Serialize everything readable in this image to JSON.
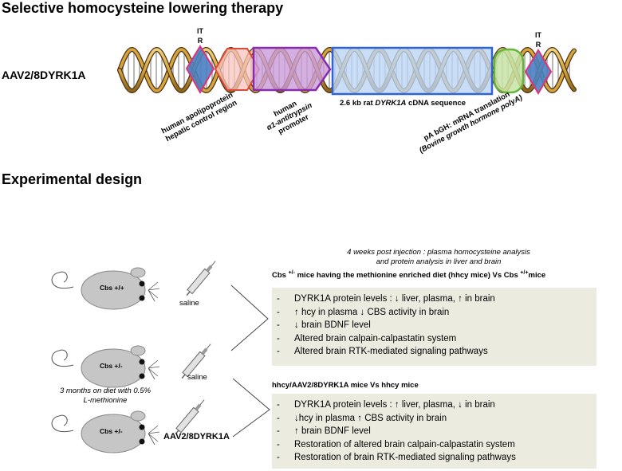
{
  "titles": {
    "top": "Selective homocysteine lowering therapy",
    "experimental": "Experimental design"
  },
  "construct": {
    "vector_name": "AAV2/8DYRK1A",
    "itr_left": [
      "IT",
      "R"
    ],
    "itr_right": [
      "IT",
      "R"
    ],
    "cdna_label_pre": "2.6 kb rat ",
    "cdna_label_gene": "DYRK1A",
    "cdna_label_post": " cDNA sequence",
    "hcr_label": [
      "human apolipoprotein",
      "hepatic control region"
    ],
    "promoter_label": [
      "human",
      "α1-antitrypsin",
      "promoter"
    ],
    "polya_label": [
      "pA bGH: mRNA translation",
      "(Bovine growth hormone polyA)"
    ],
    "colors": {
      "helix_gold": "#d9a43a",
      "helix_dark": "#4a3418",
      "itr_fill": "#4a7fc1",
      "itr_border": "#e0307a",
      "hcr_fill": "#f8c4bf",
      "hcr_border": "#e04838",
      "promoter_fill": "#c99bd8",
      "promoter_border": "#8a2ab0",
      "cdna_fill": "#bcd4f4",
      "cdna_border": "#2f63d6",
      "polya_fill": "#c7e3a6",
      "polya_border": "#66b53a"
    }
  },
  "design": {
    "header_line1": "4 weeks post injection : plasma homocysteine analysis",
    "header_line2": "and protein analysis in liver and brain",
    "mice": [
      {
        "genotype": "Cbs +/+",
        "treatment": "saline"
      },
      {
        "genotype": "Cbs +/-",
        "treatment": "saline"
      },
      {
        "genotype": "Cbs +/-",
        "treatment": "AAV2/8DYRK1A"
      }
    ],
    "diet_note": [
      "3 months on diet with 0.5%",
      "L-methionine"
    ],
    "comparison1": {
      "title_a": "Cbs ",
      "sup_a": "+/-",
      "title_b": " mice having the methionine enriched diet (hhcy mice) Vs Cbs ",
      "sup_b": "+/+",
      "title_c": "mice",
      "items": [
        "DYRK1A protein levels : ↓ liver, plasma, ↑ in brain",
        "↑ hcy in plasma ↓ CBS activity in brain",
        "↓ brain BDNF level",
        "Altered brain calpain-calpastatin system",
        "Altered brain RTK-mediated signaling pathways"
      ]
    },
    "comparison2": {
      "title": "hhcy/AAV2/8DYRK1A  mice Vs hhcy mice",
      "items": [
        "DYRK1A protein levels : ↑ liver, plasma, ↓ in brain",
        "↓hcy in plasma ↑ CBS activity in brain",
        "↑ brain BDNF level",
        "Restoration of altered brain calpain-calpastatin system",
        "Restoration of brain RTK-mediated signaling pathways"
      ]
    },
    "dash": "-"
  }
}
